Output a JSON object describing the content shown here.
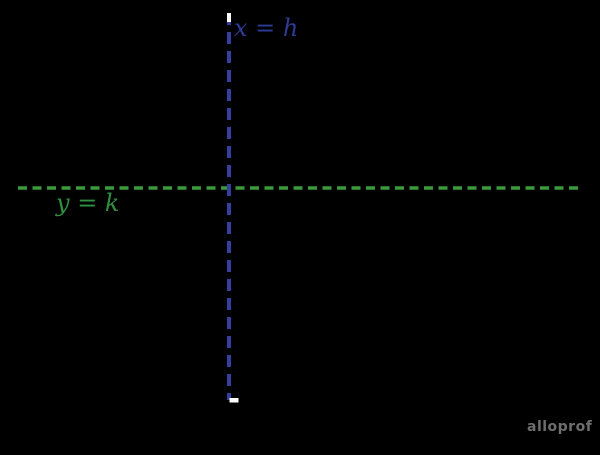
{
  "figure": {
    "background_color": "#000000",
    "vertical_line": {
      "equation": "x = h",
      "line_color": "#343FA0",
      "label_color": "#2E3A96",
      "top_cap_color": "#FFFFFF"
    },
    "horizontal_line": {
      "equation": "y = k",
      "line_color": "#3A9A3C",
      "label_color": "#2E9140"
    },
    "bottom_cap": {
      "color": "#FFFFFF"
    },
    "watermark": {
      "text": "alloprof",
      "color": "#6E6E6E"
    }
  }
}
